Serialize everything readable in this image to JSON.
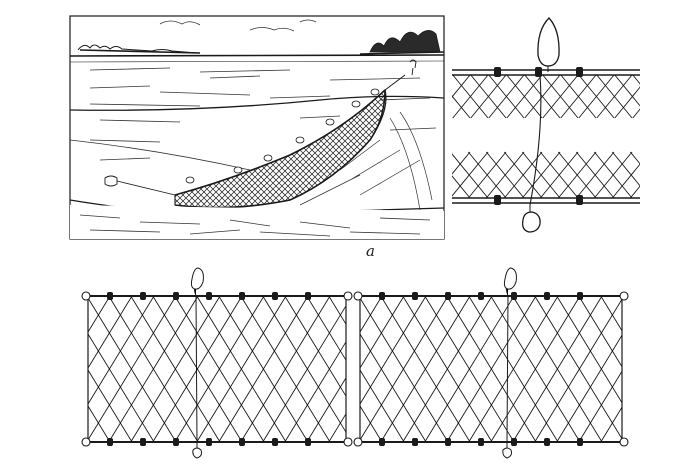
{
  "figure": {
    "label": "a",
    "ink_color": "#1a1a1a",
    "paper_color": "#ffffff",
    "panels": [
      {
        "id": "scene",
        "icon": "seine-net-in-water-illustration"
      },
      {
        "id": "detail",
        "icon": "float-and-sinker-net-detail"
      },
      {
        "id": "net-left",
        "icon": "net-panel-with-float-and-sinker"
      },
      {
        "id": "net-right",
        "icon": "net-panel-with-float-and-sinker"
      }
    ]
  }
}
